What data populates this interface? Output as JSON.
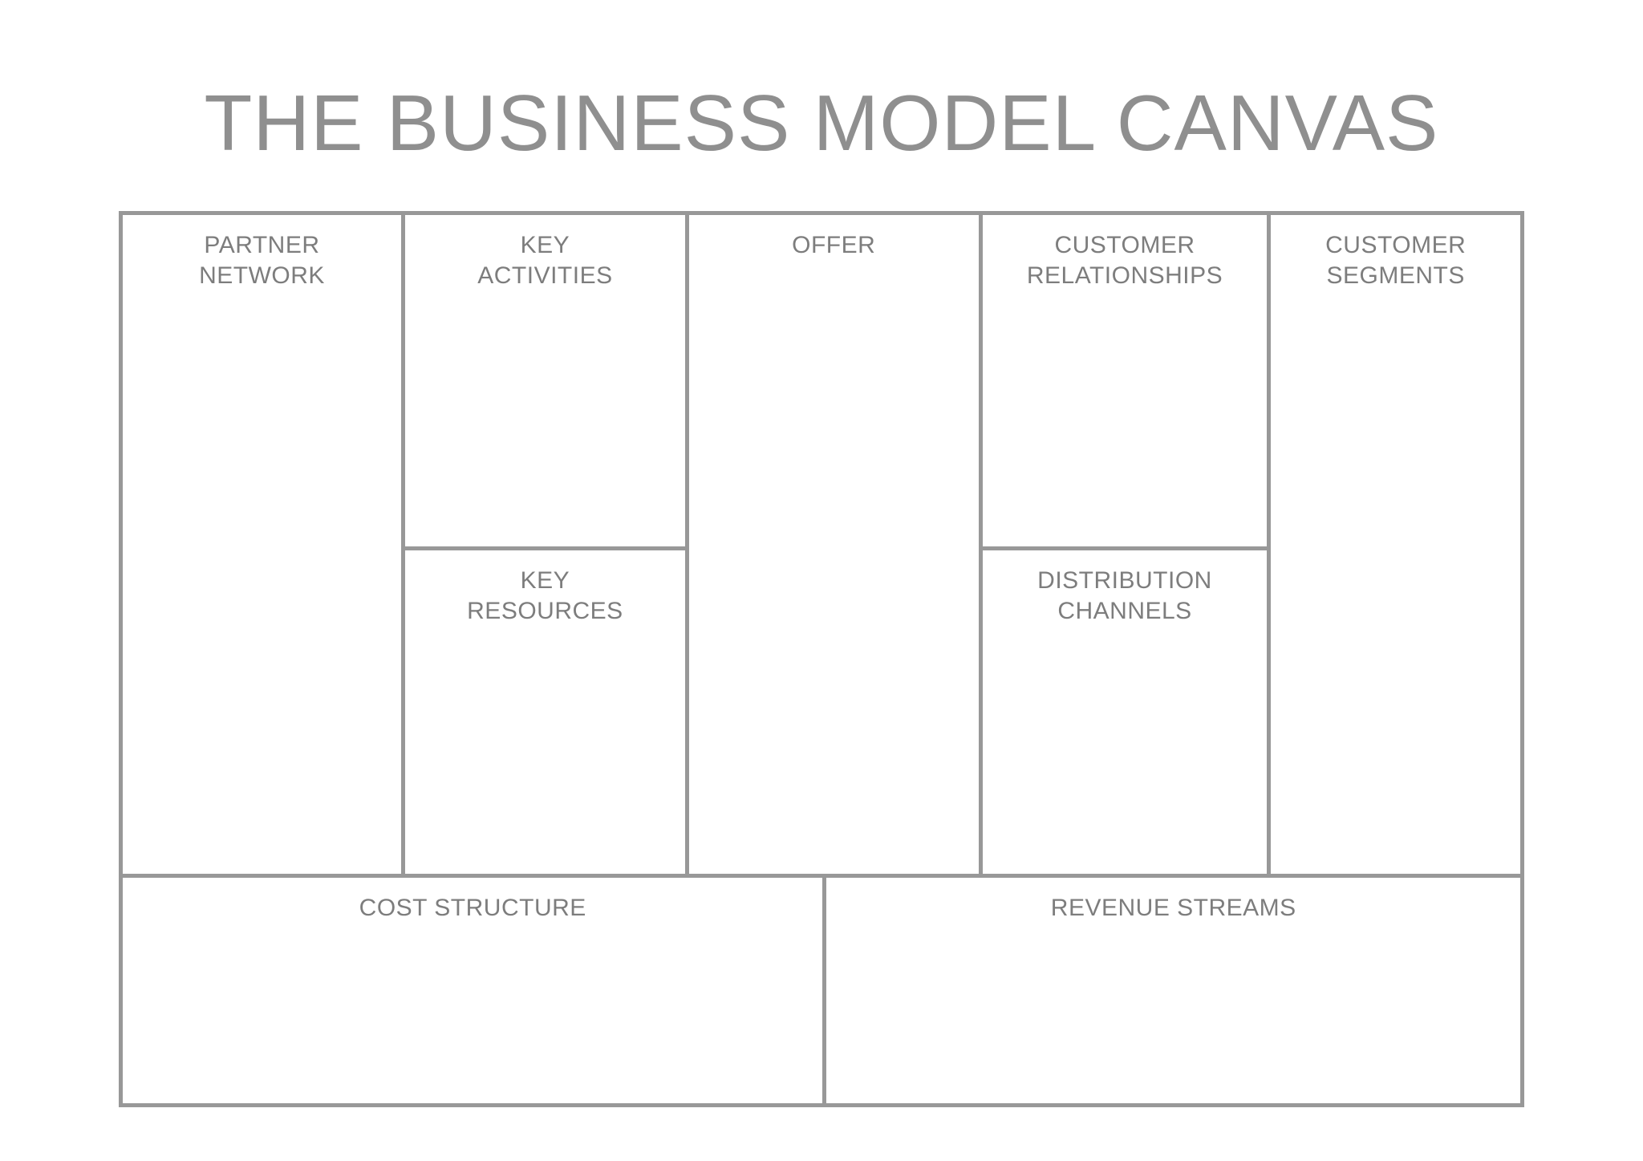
{
  "title": "THE BUSINESS MODEL CANVAS",
  "colors": {
    "background": "#ffffff",
    "border": "#989898",
    "title_text": "#8f8f8f",
    "label_text": "#7d7d7d"
  },
  "cells": {
    "partner_network": "PARTNER\nNETWORK",
    "key_activities": "KEY\nACTIVITIES",
    "key_resources": "KEY\nRESOURCES",
    "offer": "OFFER",
    "customer_relationships": "CUSTOMER\nRELATIONSHIPS",
    "distribution_channels": "DISTRIBUTION\nCHANNELS",
    "customer_segments": "CUSTOMER\nSEGMENTS",
    "cost_structure": "COST STRUCTURE",
    "revenue_streams": "REVENUE STREAMS"
  }
}
